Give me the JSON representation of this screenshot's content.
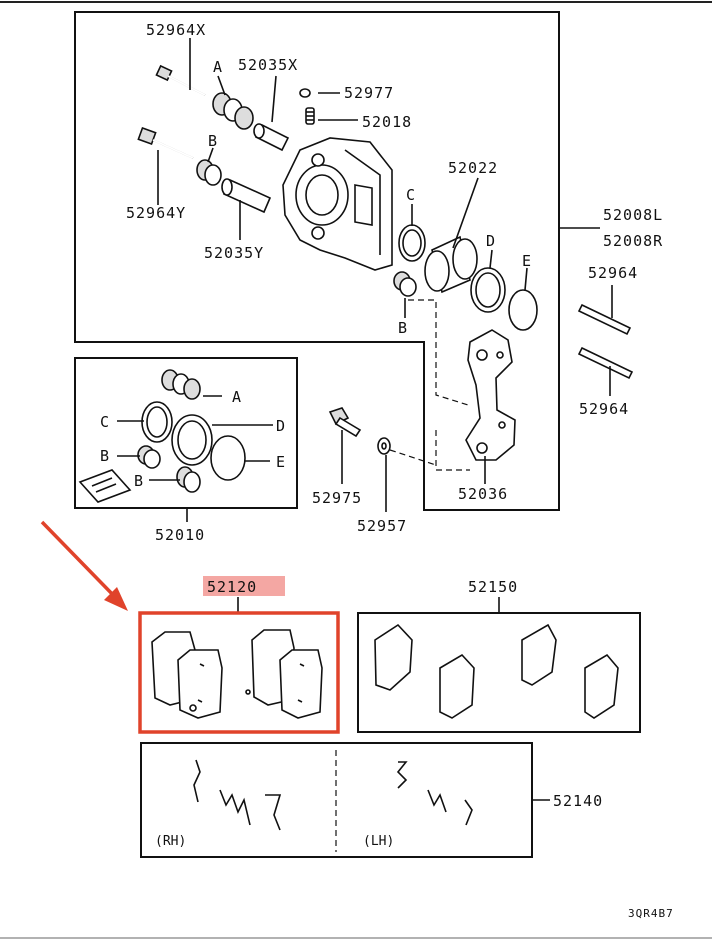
{
  "labels": {
    "p52964X": "52964X",
    "p52035X": "52035X",
    "pA1": "A",
    "p52977": "52977",
    "p52018": "52018",
    "pB1": "B",
    "p52964Y": "52964Y",
    "p52035Y": "52035Y",
    "p52022": "52022",
    "pC1": "C",
    "pD1": "D",
    "pE1": "E",
    "pB2": "B",
    "p52008L": "52008L",
    "p52008R": "52008R",
    "p52964a": "52964",
    "p52964b": "52964",
    "pA2": "A",
    "pC2": "C",
    "pD2": "D",
    "pB3": "B",
    "pE2": "E",
    "pB4": "B",
    "p52010": "52010",
    "p52975": "52975",
    "p52957": "52957",
    "p52036": "52036",
    "p52120": "52120",
    "p52150": "52150",
    "p52140": "52140",
    "rh": "(RH)",
    "lh": "(LH)",
    "code": "3QR4B7"
  },
  "colors": {
    "highlight_fill": "#f4a7a3",
    "highlight_box": "#e0432b",
    "arrow": "#e0432b"
  },
  "icons": {
    "arrow": "red-arrow-pointer"
  }
}
